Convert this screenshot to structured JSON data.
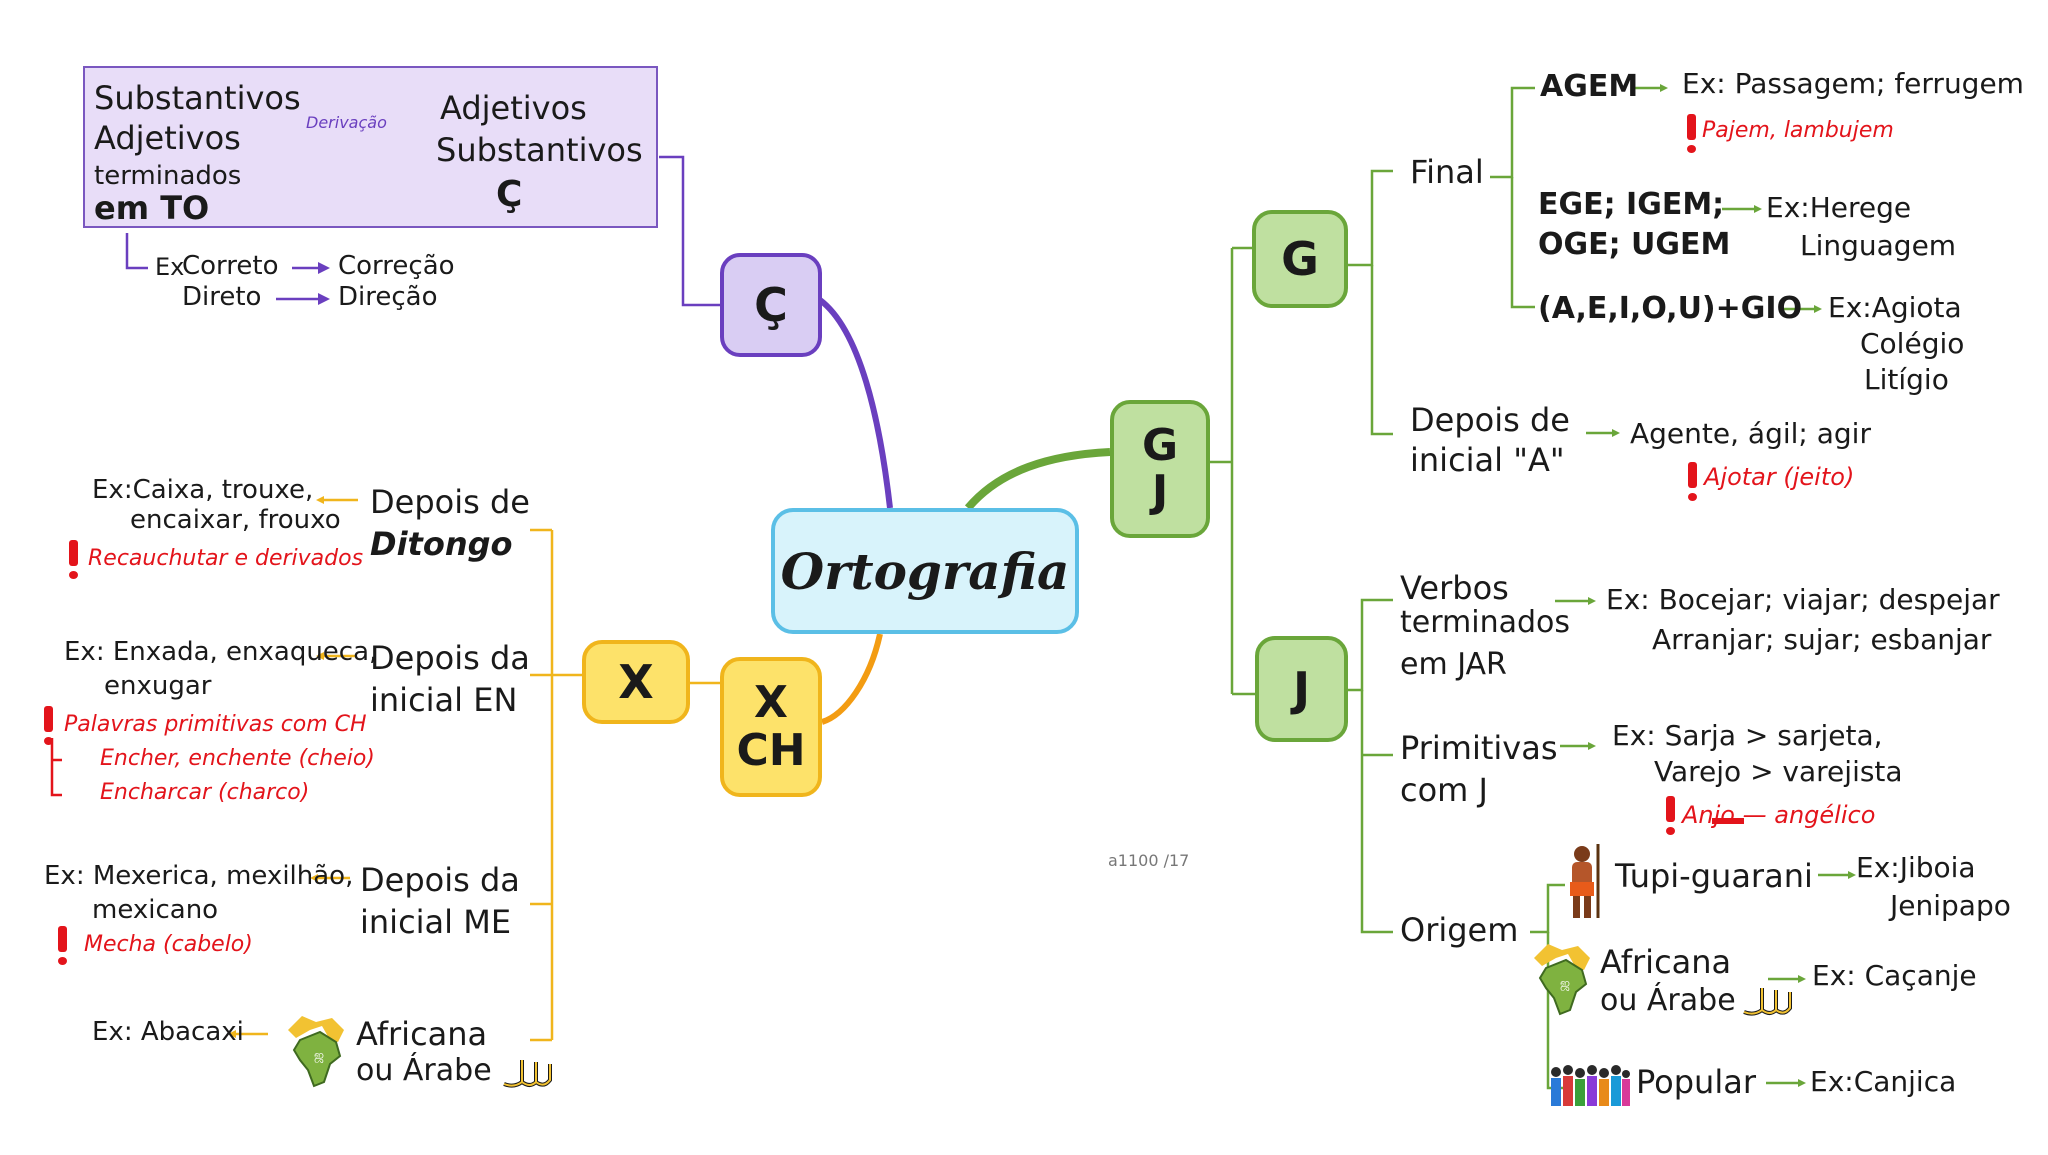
{
  "center": "Ortografia",
  "cedilla": {
    "node": "Ç",
    "left_terms": [
      "Substantivos",
      "Adjetivos",
      "terminados",
      "em TO"
    ],
    "arrow_label": "Derivação",
    "right_terms": [
      "Adjetivos",
      "Substantivos",
      "Ç"
    ],
    "examples": {
      "prefix": "Ex",
      "pairs": [
        [
          "Correto",
          "Correção"
        ],
        [
          "Direto",
          "Direção"
        ]
      ]
    }
  },
  "gj": {
    "node": "G J",
    "g": {
      "node": "G",
      "final": {
        "label": "Final",
        "items": [
          {
            "rule": "AGEM",
            "example": "Ex: Passagem; ferrugem",
            "exception": "Pajem, lambujem"
          },
          {
            "rule_lines": [
              "EGE; IGEM;",
              "OGE; UGEM"
            ],
            "example_lines": [
              "Ex:Herege",
              "Linguagem"
            ]
          },
          {
            "rule": "(A,E,I,O,U)+GIO",
            "example_lines": [
              "Ex:Agiota",
              "Colégio",
              "Litígio"
            ]
          }
        ]
      },
      "depois": {
        "label_lines": [
          "Depois de",
          "inicial \"A\""
        ],
        "example": "Agente, ágil; agir",
        "exception": "Ajotar (jeito)"
      }
    },
    "j": {
      "node": "J",
      "verbos": {
        "label_lines": [
          "Verbos",
          "terminados",
          "em JAR"
        ],
        "example_lines": [
          "Ex: Bocejar; viajar; despejar",
          "Arranjar; sujar; esbanjar"
        ]
      },
      "primitivas": {
        "label_lines": [
          "Primitivas",
          "com J"
        ],
        "example_lines": [
          "Ex: Sarja > sarjeta,",
          "Varejo > varejista"
        ],
        "exception": "Anjo — angélico"
      },
      "origem": {
        "label": "Origem",
        "items": [
          {
            "label": "Tupi-guarani",
            "example_lines": [
              "Ex:Jiboia",
              "Jenipapo"
            ],
            "icon": "indigenous-person-icon"
          },
          {
            "label_lines": [
              "Africana",
              "ou Árabe"
            ],
            "example": "Ex: Caçanje",
            "icon": "africa-map-icon",
            "script_icon": "arabic-script-icon"
          },
          {
            "label": "Popular",
            "example": "Ex:Canjica",
            "icon": "people-crowd-icon"
          }
        ]
      }
    }
  },
  "xch": {
    "node": "X CH",
    "x": {
      "node": "X",
      "items": [
        {
          "label_lines": [
            "Depois de",
            "Ditongo"
          ],
          "example_lines": [
            "Ex:Caixa, trouxe,",
            "encaixar, frouxo"
          ],
          "exception_lines": [
            "Recauchutar e derivados"
          ]
        },
        {
          "label_lines": [
            "Depois da",
            "inicial EN"
          ],
          "example_lines": [
            "Ex: Enxada, enxaqueca,",
            "enxugar"
          ],
          "exception_lines": [
            "Palavras primitivas com CH",
            "Encher, enchente (cheio)",
            "Encharcar (charco)"
          ]
        },
        {
          "label_lines": [
            "Depois da",
            "inicial ME"
          ],
          "example_lines": [
            "Ex:  Mexerica, mexilhão,",
            "mexicano"
          ],
          "exception_lines": [
            "Mecha (cabelo)"
          ]
        },
        {
          "label_lines": [
            "Africana",
            "ou Árabe"
          ],
          "example_lines": [
            "Ex: Abacaxi"
          ],
          "icon": "africa-map-icon",
          "script_icon": "arabic-script-icon"
        }
      ]
    }
  },
  "watermark": "a1100 /17",
  "colors": {
    "purple": "#6a3fbf",
    "green": "#6aa63a",
    "yellow": "#f0b51c",
    "orange": "#f39c12",
    "red": "#e3141b",
    "blue": "#5bbfe6"
  }
}
